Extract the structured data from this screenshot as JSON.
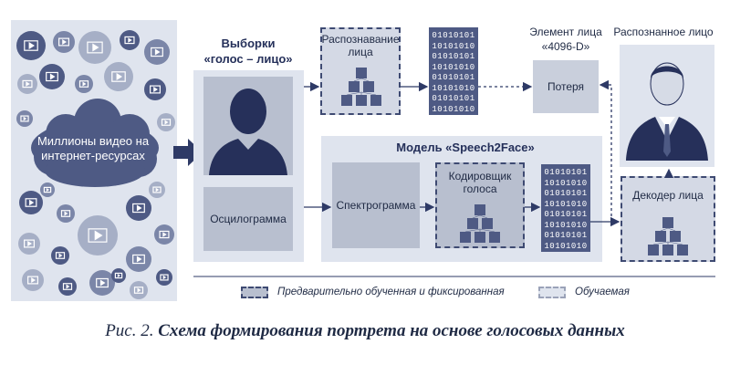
{
  "left_panel": {
    "cloud_text": "Миллионы видео на интернет-ресурсах"
  },
  "samples": {
    "title_line1": "Выборки",
    "title_line2": "«голос – лицо»",
    "oscillogram": "Осцилограмма"
  },
  "face_recognition": {
    "label": "Распознавание лица"
  },
  "face_element": {
    "title_line1": "Элемент лица",
    "title_line2": "«4096-D»",
    "loss": "Потеря"
  },
  "recognized_face": {
    "title": "Распознанное лицо"
  },
  "model": {
    "title": "Модель «Speech2Face»",
    "spectrogram": "Спектрограмма",
    "encoder": "Кодировщик голоса"
  },
  "decoder": {
    "label": "Декодер лица"
  },
  "bits": [
    "01010101",
    "10101010",
    "01010101",
    "10101010",
    "01010101",
    "10101010",
    "01010101",
    "10101010"
  ],
  "legend": {
    "pretrained": "Предварительно обученная и фиксированная",
    "trainable": "Обучаемая"
  },
  "caption": {
    "prefix": "Рис. 2.",
    "title": "Схема формирования портрета на основе голосовых данных"
  },
  "colors": {
    "dark": "#3e4a72",
    "panel": "#dfe4ee",
    "arrow": "#3e4a72"
  }
}
